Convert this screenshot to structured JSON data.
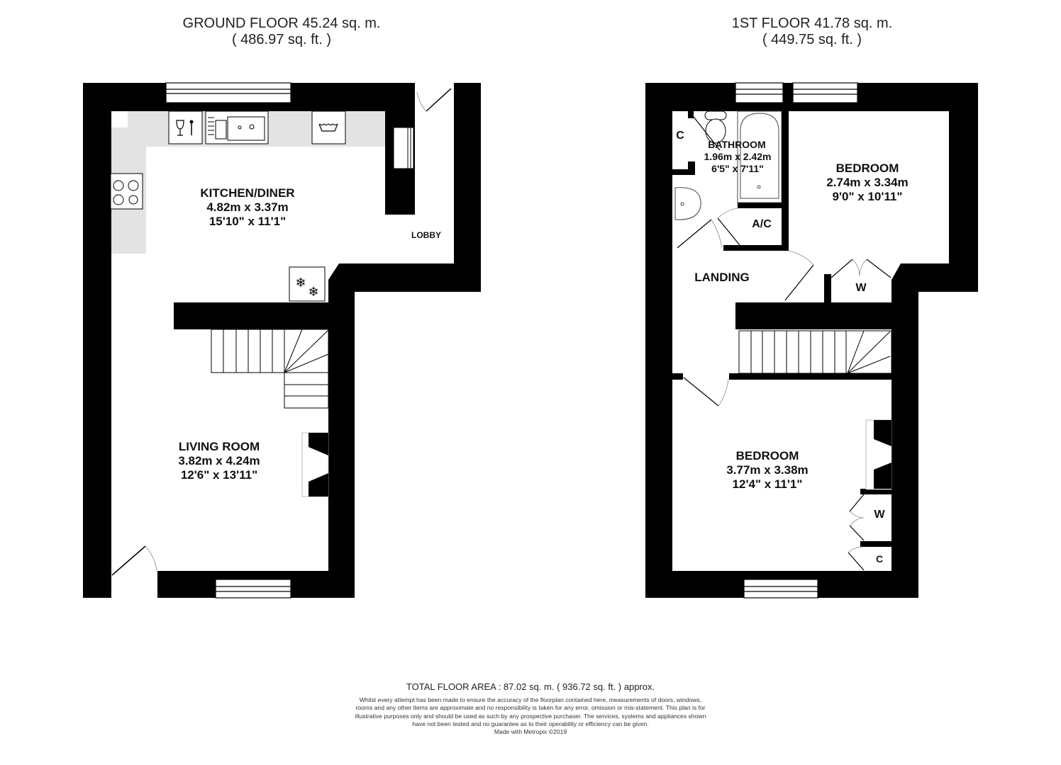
{
  "ground_floor": {
    "title_line1": "GROUND FLOOR 45.24 sq. m.",
    "title_line2": "( 486.97 sq. ft. )",
    "rooms": [
      {
        "name": "KITCHEN/DINER",
        "metric": "4.82m x 3.37m",
        "imperial": "15'10\" x 11'1\""
      },
      {
        "name": "LOBBY"
      },
      {
        "name": "LIVING ROOM",
        "metric": "3.82m x 4.24m",
        "imperial": "12'6\" x 13'11\""
      }
    ],
    "fixtures": [
      "dishwasher-icon",
      "sink-icon",
      "washing-machine-icon",
      "hob-icon",
      "fridge-freezer-icon",
      "staircase",
      "fireplace"
    ]
  },
  "first_floor": {
    "title_line1": "1ST FLOOR 41.78 sq. m.",
    "title_line2": "( 449.75 sq. ft. )",
    "rooms": [
      {
        "name": "BATHROOM",
        "metric": "1.96m x 2.42m",
        "imperial": "6'5\" x 7'11\""
      },
      {
        "name": "BEDROOM",
        "metric": "2.74m x 3.34m",
        "imperial": "9'0\" x 10'11\""
      },
      {
        "name": "LANDING"
      },
      {
        "name": "BEDROOM",
        "metric": "3.77m x 3.38m",
        "imperial": "12'4\" x 11'1\""
      }
    ],
    "small_labels": {
      "cupboard_bath": "C",
      "airing_cupboard": "A/C",
      "wardrobe_top": "W",
      "wardrobe_bottom": "W",
      "cupboard_bottom": "C"
    },
    "fixtures": [
      "toilet-icon",
      "bath-icon",
      "basin-icon",
      "staircase",
      "fireplace"
    ]
  },
  "footer": {
    "total": "TOTAL FLOOR AREA : 87.02 sq. m. ( 936.72 sq. ft. ) approx.",
    "disclaimer": "Whilst every attempt has been made to ensure the accuracy of the floorplan contained here, measurements of doors, windows, rooms and any other items are approximate and no responsibility is taken for any error, omission or mis-statement. This plan is for illustrative purposes only and should be used as such by any prospective purchaser. The services, systems and appliances shown have not been tested and no guarantee as to their operability or efficiency can be given.",
    "credit": "Made with Metropix ©2019"
  },
  "colors": {
    "wall": "#000000",
    "worktop": "#e3e3e3",
    "background": "#ffffff"
  }
}
